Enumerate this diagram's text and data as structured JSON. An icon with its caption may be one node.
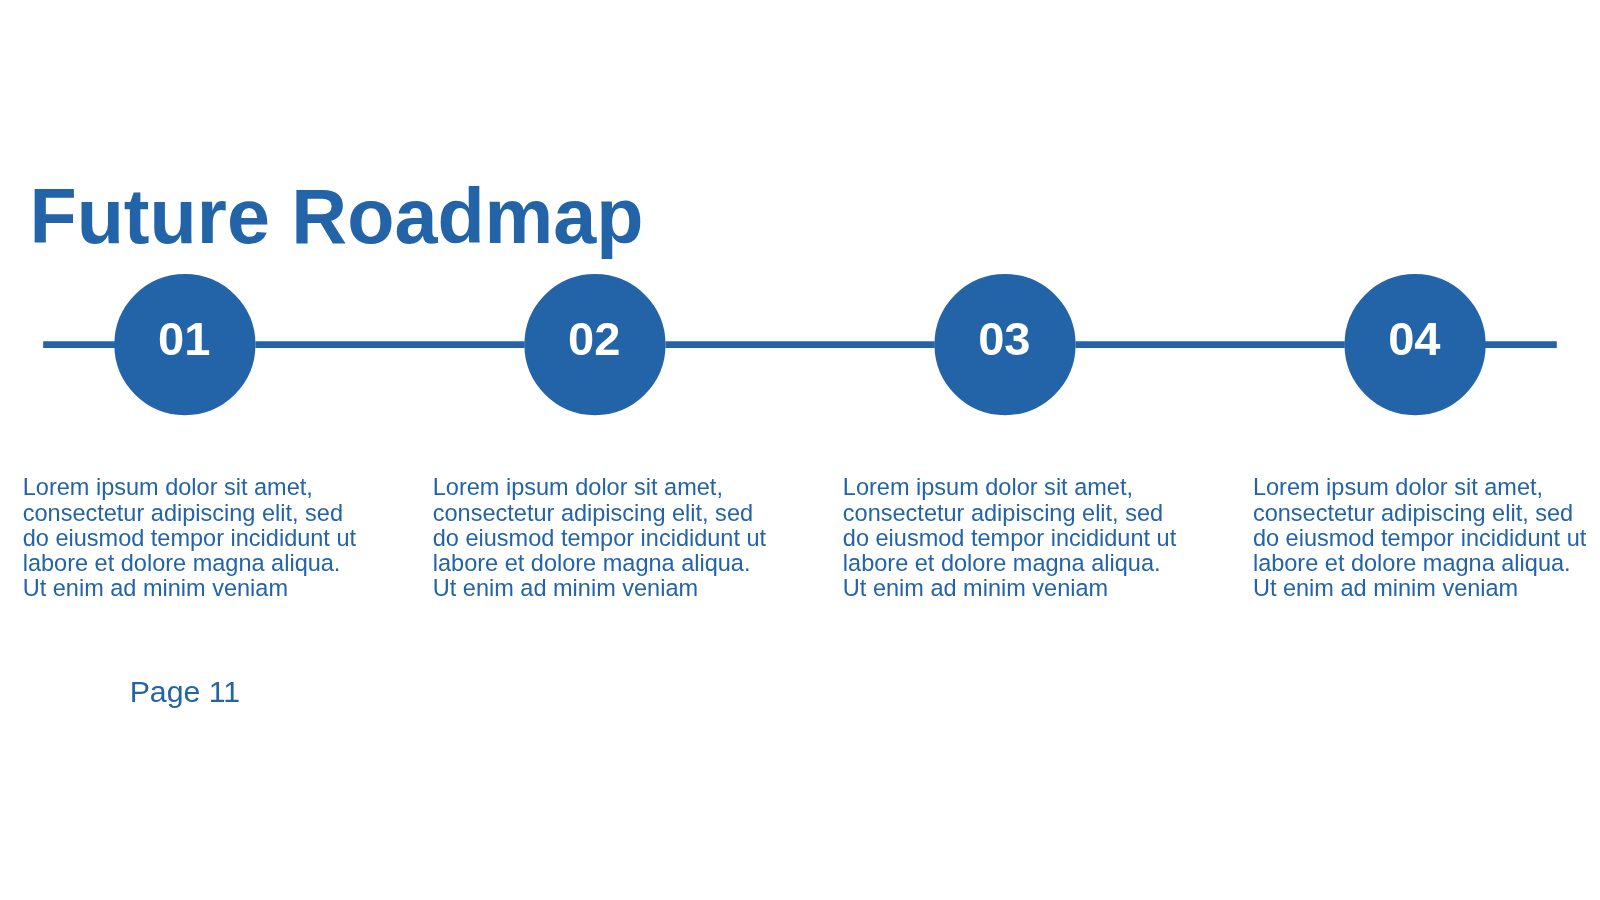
{
  "diagram": {
    "title": "Future Roadmap",
    "nodes": [
      {
        "text": [
          "01"
        ],
        "beside": [
          "Lorem ipsum dolor sit amet, consectetur adipiscing elit, sed do eiusmod tempor incididunt ut labore et dolore magna aliqua. Ut enim ad minim veniam"
        ]
      },
      {
        "text": [
          "02"
        ],
        "beside": [
          "Lorem ipsum dolor sit amet, consectetur adipiscing elit, sed do eiusmod tempor incididunt ut labore et dolore magna aliqua. Ut enim ad minim veniam"
        ]
      },
      {
        "text": [
          "03"
        ],
        "beside": [
          "Lorem ipsum dolor sit amet, consectetur adipiscing elit, sed do eiusmod tempor incididunt ut labore et dolore magna aliqua. Ut enim ad minim veniam"
        ]
      },
      {
        "text": [
          "04"
        ],
        "beside": [
          "Lorem ipsum dolor sit amet, consectetur adipiscing elit, sed do eiusmod tempor incididunt ut labore et dolore magna aliqua. Ut enim ad minim veniam"
        ]
      }
    ],
    "edges": [
      {
        "from": null,
        "to": 0,
        "arrow": "none"
      },
      {
        "from": 0,
        "to": 1,
        "arrow": "none"
      },
      {
        "from": 1,
        "to": 2,
        "arrow": "none"
      },
      {
        "from": 2,
        "to": 3,
        "arrow": "none"
      },
      {
        "from": 3,
        "to": null,
        "arrow": "none"
      }
    ],
    "labels": [
      "Page 11"
    ]
  }
}
